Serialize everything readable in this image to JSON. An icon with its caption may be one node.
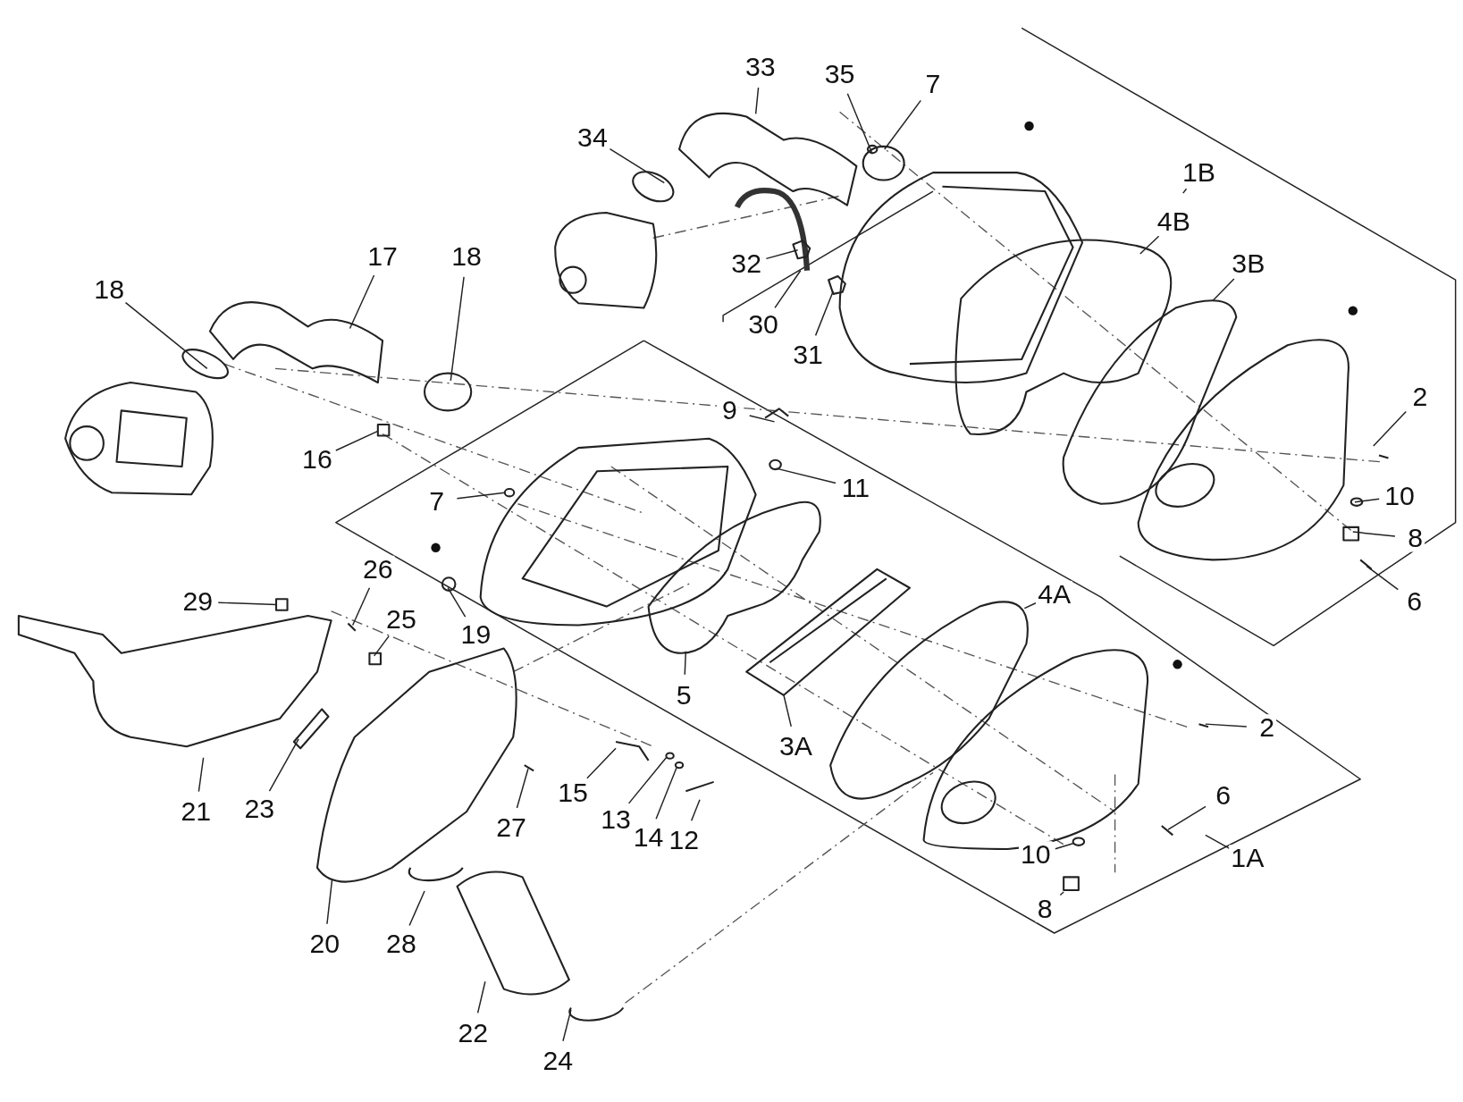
{
  "diagram": {
    "nodes": [
      {
        "text": [
          "33"
        ]
      },
      {
        "text": [
          "35"
        ]
      },
      {
        "text": [
          "7"
        ]
      },
      {
        "text": [
          "34"
        ]
      },
      {
        "text": [
          "1B"
        ]
      },
      {
        "text": [
          "4B"
        ]
      },
      {
        "text": [
          "3B"
        ]
      },
      {
        "text": [
          "32"
        ]
      },
      {
        "text": [
          "17"
        ]
      },
      {
        "text": [
          "18"
        ]
      },
      {
        "text": [
          "18"
        ]
      },
      {
        "text": [
          "30"
        ]
      },
      {
        "text": [
          "31"
        ]
      },
      {
        "text": [
          "2"
        ]
      },
      {
        "text": [
          "9"
        ]
      },
      {
        "text": [
          "16"
        ]
      },
      {
        "text": [
          "11"
        ]
      },
      {
        "text": [
          "7"
        ]
      },
      {
        "text": [
          "10"
        ]
      },
      {
        "text": [
          "8"
        ]
      },
      {
        "text": [
          "6"
        ]
      },
      {
        "text": [
          "4A"
        ]
      },
      {
        "text": [
          "29"
        ]
      },
      {
        "text": [
          "26"
        ]
      },
      {
        "text": [
          "25"
        ]
      },
      {
        "text": [
          "19"
        ]
      },
      {
        "text": [
          "5"
        ]
      },
      {
        "text": [
          "3A"
        ]
      },
      {
        "text": [
          "2"
        ]
      },
      {
        "text": [
          "21"
        ]
      },
      {
        "text": [
          "23"
        ]
      },
      {
        "text": [
          "27"
        ]
      },
      {
        "text": [
          "15"
        ]
      },
      {
        "text": [
          "13"
        ]
      },
      {
        "text": [
          "14"
        ]
      },
      {
        "text": [
          "12"
        ]
      },
      {
        "text": [
          "6"
        ]
      },
      {
        "text": [
          "10"
        ]
      },
      {
        "text": [
          "1A"
        ]
      },
      {
        "text": [
          "8"
        ]
      },
      {
        "text": [
          "20"
        ]
      },
      {
        "text": [
          "28"
        ]
      },
      {
        "text": [
          "22"
        ]
      },
      {
        "text": [
          "24"
        ]
      }
    ],
    "edges": [
      {
        "from": 0,
        "to": null,
        "arrow": "none"
      },
      {
        "from": 1,
        "to": null,
        "arrow": "none"
      },
      {
        "from": 2,
        "to": null,
        "arrow": "none"
      },
      {
        "from": 3,
        "to": null,
        "arrow": "none"
      },
      {
        "from": 4,
        "to": null,
        "arrow": "none"
      },
      {
        "from": 5,
        "to": null,
        "arrow": "none"
      },
      {
        "from": 6,
        "to": null,
        "arrow": "none"
      },
      {
        "from": 7,
        "to": null,
        "arrow": "none"
      },
      {
        "from": 8,
        "to": null,
        "arrow": "none"
      },
      {
        "from": 9,
        "to": null,
        "arrow": "none"
      },
      {
        "from": 10,
        "to": null,
        "arrow": "none"
      },
      {
        "from": 11,
        "to": null,
        "arrow": "none"
      },
      {
        "from": 12,
        "to": null,
        "arrow": "none"
      },
      {
        "from": 13,
        "to": null,
        "arrow": "none"
      },
      {
        "from": 14,
        "to": null,
        "arrow": "none"
      },
      {
        "from": 15,
        "to": null,
        "arrow": "none"
      },
      {
        "from": 16,
        "to": null,
        "arrow": "none"
      },
      {
        "from": 17,
        "to": null,
        "arrow": "none"
      },
      {
        "from": 18,
        "to": null,
        "arrow": "none"
      },
      {
        "from": 19,
        "to": null,
        "arrow": "none"
      },
      {
        "from": 20,
        "to": null,
        "arrow": "none"
      },
      {
        "from": 21,
        "to": null,
        "arrow": "none"
      },
      {
        "from": 22,
        "to": null,
        "arrow": "none"
      },
      {
        "from": 23,
        "to": null,
        "arrow": "none"
      },
      {
        "from": 24,
        "to": null,
        "arrow": "none"
      },
      {
        "from": 25,
        "to": null,
        "arrow": "none"
      },
      {
        "from": 26,
        "to": null,
        "arrow": "none"
      },
      {
        "from": 27,
        "to": null,
        "arrow": "none"
      },
      {
        "from": 28,
        "to": null,
        "arrow": "none"
      },
      {
        "from": 29,
        "to": null,
        "arrow": "none"
      },
      {
        "from": 30,
        "to": null,
        "arrow": "none"
      },
      {
        "from": 31,
        "to": null,
        "arrow": "none"
      },
      {
        "from": 32,
        "to": null,
        "arrow": "none"
      },
      {
        "from": 33,
        "to": null,
        "arrow": "none"
      },
      {
        "from": 34,
        "to": null,
        "arrow": "none"
      },
      {
        "from": 35,
        "to": null,
        "arrow": "none"
      },
      {
        "from": 36,
        "to": null,
        "arrow": "none"
      },
      {
        "from": 37,
        "to": null,
        "arrow": "none"
      },
      {
        "from": 38,
        "to": null,
        "arrow": "none"
      },
      {
        "from": 39,
        "to": null,
        "arrow": "none"
      },
      {
        "from": 40,
        "to": null,
        "arrow": "none"
      },
      {
        "from": 41,
        "to": null,
        "arrow": "none"
      },
      {
        "from": 42,
        "to": null,
        "arrow": "none"
      },
      {
        "from": 43,
        "to": null,
        "arrow": "none"
      }
    ]
  }
}
